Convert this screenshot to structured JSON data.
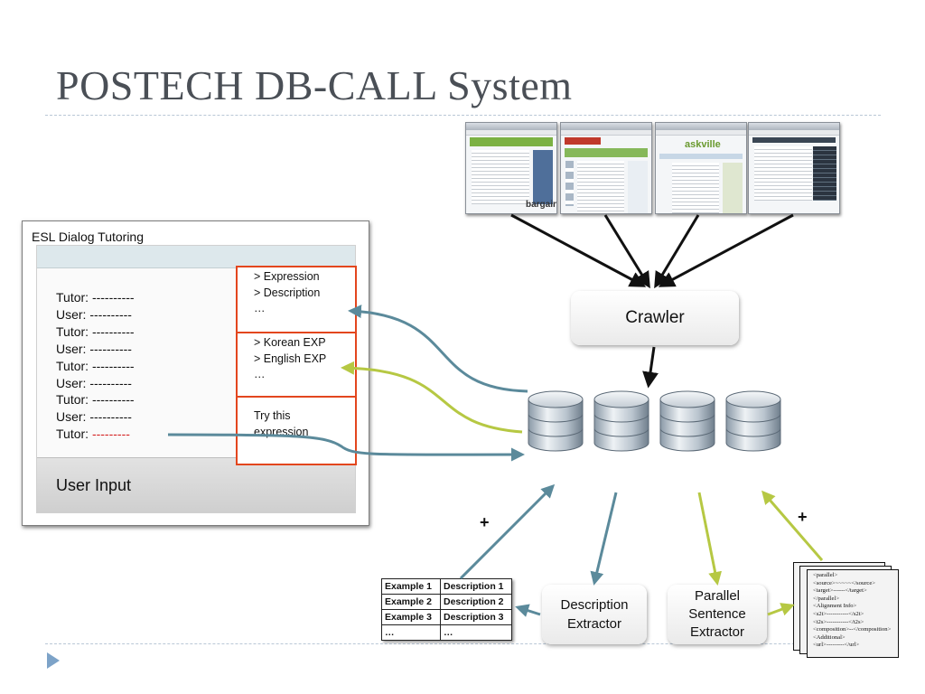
{
  "title": "POSTECH DB-CALL System",
  "esl": {
    "title": "ESL Dialog Tutoring",
    "dialog": [
      {
        "speaker": "Tutor:",
        "text": "----------"
      },
      {
        "speaker": "User:",
        "text": "----------"
      },
      {
        "speaker": "Tutor:",
        "text": "----------"
      },
      {
        "speaker": "User:",
        "text": "----------"
      },
      {
        "speaker": "Tutor:",
        "text": "----------"
      },
      {
        "speaker": "User:",
        "text": "----------"
      },
      {
        "speaker": "Tutor:",
        "text": "----------"
      },
      {
        "speaker": "User:",
        "text": "----------"
      },
      {
        "speaker": "Tutor:",
        "text": "---------",
        "highlight": true
      }
    ],
    "user_input": "User Input",
    "box1": [
      "> Expression",
      "> Description",
      "…"
    ],
    "box2": [
      "> Korean EXP",
      "> English EXP",
      "…"
    ],
    "box3": [
      "Try this",
      "expression"
    ]
  },
  "crawler": "Crawler",
  "description_extractor": [
    "Description",
    "Extractor"
  ],
  "parallel_extractor": [
    "Parallel",
    "Sentence",
    "Extractor"
  ],
  "plus": "+",
  "screenshots": {
    "logos": [
      "bargain",
      "askville"
    ]
  },
  "table": [
    [
      "Example 1",
      "Description 1"
    ],
    [
      "Example 2",
      "Description 2"
    ],
    [
      "Example 3",
      "Description 3"
    ],
    [
      "…",
      "…"
    ]
  ],
  "xml_lines": [
    "<parallel>",
    "<source>~~~~~</source>",
    "<target>------</target>",
    "</parallel>",
    "<Alignment Info>",
    "<s2t>-----------</s2t>",
    "<t2s>-----------</t2s>",
    "<composition>--</composition>",
    "<Additional>",
    "<url>---------</url>"
  ],
  "colors": {
    "teal_arrow": "#5b8a9b",
    "green_arrow": "#b6c843",
    "red_border": "#e3461e",
    "title": "#4a4f56"
  }
}
